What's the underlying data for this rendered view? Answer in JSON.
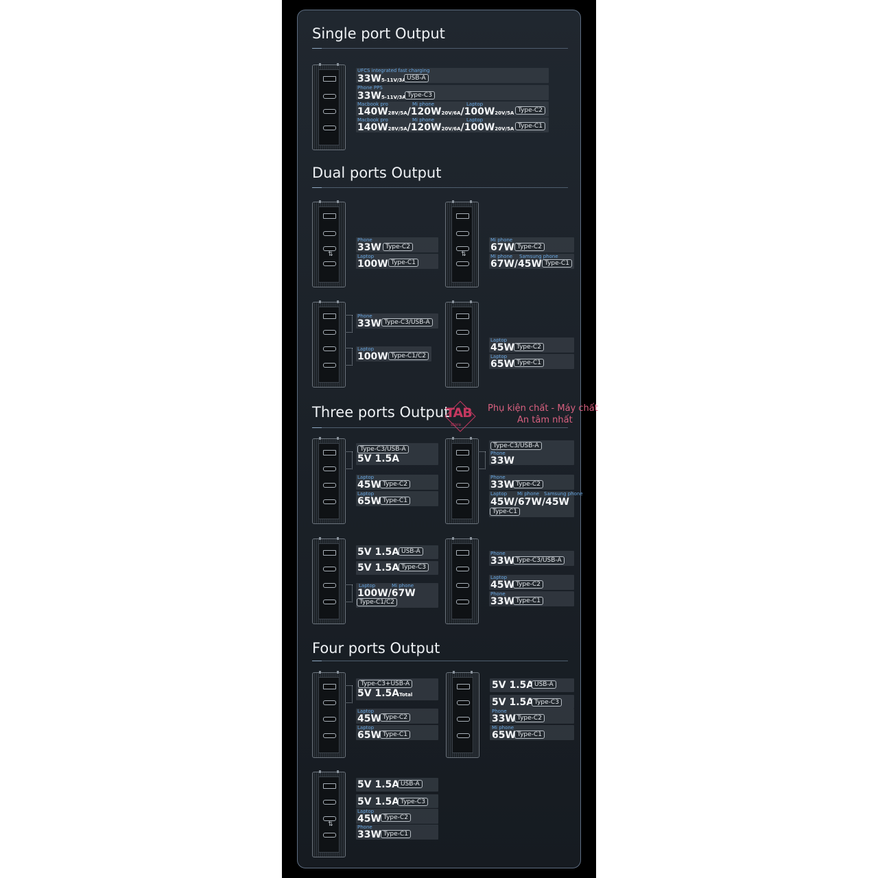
{
  "sections": {
    "single": "Single port Output",
    "dual": "Dual ports Output",
    "three": "Three ports Output",
    "four": "Four ports Output"
  },
  "single": {
    "r1": {
      "label": "UFCS integrated fast charging",
      "watt": "33W",
      "sub": "5-11V/3A",
      "tag": "USB-A"
    },
    "r2": {
      "label": "Phone PPS",
      "watt": "33W",
      "sub": "5-11V/3A",
      "tag": "Type-C3"
    },
    "r3": {
      "l1": "Macbook pro",
      "l2": "Mi phone",
      "l3": "Laptop",
      "w1": "140W",
      "s1": "28V/5A",
      "w2": "/120W",
      "s2": "20V/6A",
      "w3": "/100W",
      "s3": "20V/5A",
      "tag": "Type-C2"
    },
    "r4": {
      "l1": "Macbook pro",
      "l2": "Mi phone",
      "l3": "Laptop",
      "w1": "140W",
      "s1": "28V/5A",
      "w2": "/120W",
      "s2": "20V/6A",
      "w3": "/100W",
      "s3": "20V/5A",
      "tag": "Type-C1"
    }
  },
  "dual": {
    "a": {
      "l1": "Phone",
      "w1": "33W",
      "t1": "Type-C2",
      "l2": "Laptop",
      "w2": "100W",
      "t2": "Type-C1"
    },
    "b": {
      "l1": "Mi phone",
      "w1": "67W",
      "t1": "Type-C2",
      "l2a": "Mi phone",
      "l2b": "Samsung phone",
      "w2": "67W/45W",
      "t2": "Type-C1"
    },
    "c": {
      "l1": "Phone",
      "w1": "33W",
      "t1": "Type-C3/USB-A",
      "l2": "Laptop",
      "w2": "100W",
      "t2": "Type-C1/C2"
    },
    "d": {
      "l1": "Laptop",
      "w1": "45W",
      "t1": "Type-C2",
      "l2": "Laptop",
      "w2": "65W",
      "t2": "Type-C1"
    }
  },
  "three": {
    "a": {
      "t1": "Type-C3/USB-A",
      "w1": "5V 1.5A",
      "l2": "Laptop",
      "w2": "45W",
      "t2": "Type-C2",
      "l3": "Laptop",
      "w3": "65W",
      "t3": "Type-C1"
    },
    "b": {
      "t1": "Type-C3/USB-A",
      "l1": "Phone",
      "w1": "33W",
      "l2": "Phone",
      "w2": "33W",
      "t2": "Type-C2",
      "l3a": "Laptop",
      "l3b": "Mi phone",
      "l3c": "Samsung phone",
      "w3": "45W/67W/45W",
      "t3": "Type-C1"
    },
    "c": {
      "w1": "5V 1.5A",
      "t1": "USB-A",
      "w2": "5V 1.5A",
      "t2": "Type-C3",
      "l3a": "Laptop",
      "l3b": "Mi phone",
      "w3": "100W/67W",
      "t3": "Type-C1/C2"
    },
    "d": {
      "l1": "Phone",
      "w1": "33W",
      "t1": "Type-C3/USB-A",
      "l2": "Laptop",
      "w2": "45W",
      "t2": "Type-C2",
      "l3": "Phone",
      "w3": "33W",
      "t3": "Type-C1"
    }
  },
  "four": {
    "a": {
      "t1": "Type-C3+USB-A",
      "w1": "5V 1.5A",
      "s1": "Total",
      "l2": "Laptop",
      "w2": "45W",
      "t2": "Type-C2",
      "l3": "Laptop",
      "w3": "65W",
      "t3": "Type-C1"
    },
    "b": {
      "w1": "5V 1.5A",
      "t1": "USB-A",
      "w2": "5V 1.5A",
      "t2": "Type-C3",
      "l3": "Phone",
      "w3": "33W",
      "t3": "Type-C2",
      "l4": "Mi phone",
      "w4": "65W",
      "t4": "Type-C1"
    },
    "c": {
      "w1": "5V 1.5A",
      "t1": "USB-A",
      "w2": "5V 1.5A",
      "t2": "Type-C3",
      "l3": "Laptop",
      "w3": "45W",
      "t3": "Type-C2",
      "l4": "Phone",
      "w4": "33W",
      "t4": "Type-C1"
    }
  },
  "watermark": {
    "mark": "TAB",
    "store": "store",
    "line1": "Phụ kiện chất - Máy chất",
    "line2": "An tâm nhất"
  },
  "colors": {
    "accent": "#69a8e4",
    "watermark": "#c3385f"
  }
}
